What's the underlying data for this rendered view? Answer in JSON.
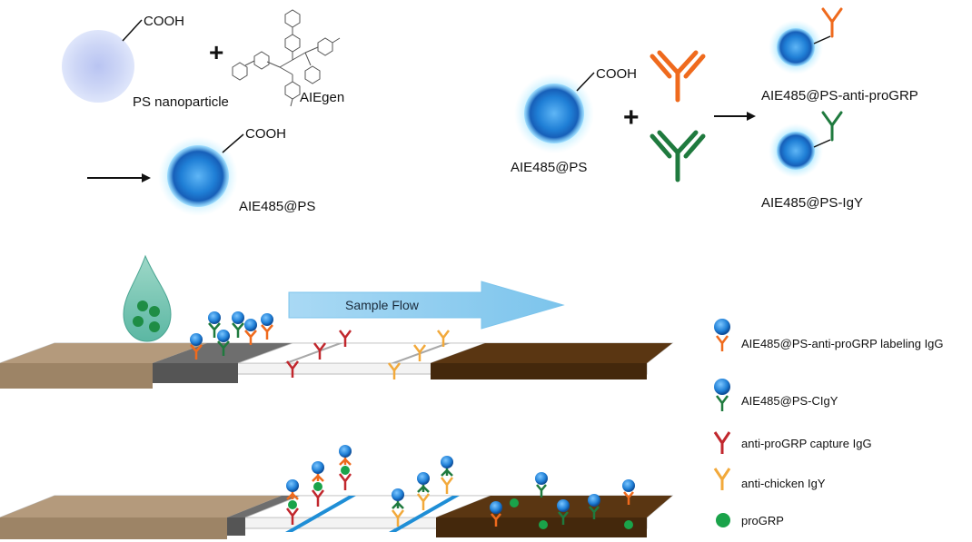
{
  "synthesis": {
    "cooh_top": "COOH",
    "plus": "+",
    "ps_label": "PS nanoparticle",
    "aiegen_label": "AIEgen",
    "cooh_mid": "COOH",
    "product_label": "AIE485@PS"
  },
  "conjugation": {
    "cooh": "COOH",
    "plus": "+",
    "reactant_label": "AIE485@PS",
    "product_progrp": "AIE485@PS-anti-proGRP",
    "product_igy": "AIE485@PS-IgY"
  },
  "flow": {
    "label": "Sample Flow"
  },
  "legend": [
    {
      "label": "AIE485@PS-anti-proGRP labeling IgG"
    },
    {
      "label": "AIE485@PS-CIgY"
    },
    {
      "label": "anti-proGRP capture IgG"
    },
    {
      "label": "anti-chicken IgY"
    },
    {
      "label": "proGRP"
    }
  ],
  "colors": {
    "orange_antibody": "#ef6a1d",
    "green_antibody": "#1f7a3e",
    "red_antibody": "#c1272d",
    "yellow_antibody": "#f2a93b",
    "progrp": "#1aa34a",
    "particle": "#1f7fd6",
    "absorbent_pad": "#5a3612",
    "sample_pad": "#b49a7c",
    "conjugate_pad": "#6e6e6e",
    "flow_arrow": "#8ecdf0",
    "test_line_blue": "#1f8ed6"
  }
}
